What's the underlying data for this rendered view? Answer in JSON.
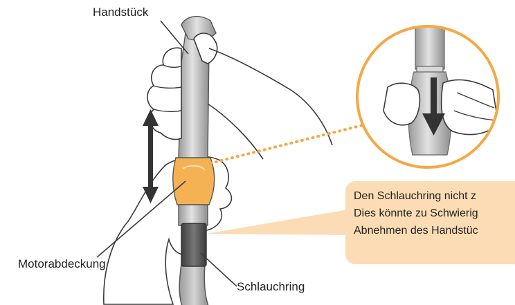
{
  "labels": {
    "handpiece": "Handstück",
    "motor_cover": "Motorabdeckung",
    "hose_ring": "Schlauchring"
  },
  "callout": {
    "lines": [
      "Den Schlauchring nicht z",
      "Dies könnte zu Schwierig",
      "Abnehmen des Handstüc"
    ]
  },
  "colors": {
    "accent_orange": "#f5a845",
    "callout_fill": "#fbdcb4",
    "motor_cover": "#f4b254",
    "hose_ring": "#555555",
    "arrow": "#333333",
    "outline": "#3a3a3a"
  },
  "icons": {
    "motion_arrow": "double-vertical-arrow",
    "pull_arrow": "down-arrow"
  }
}
